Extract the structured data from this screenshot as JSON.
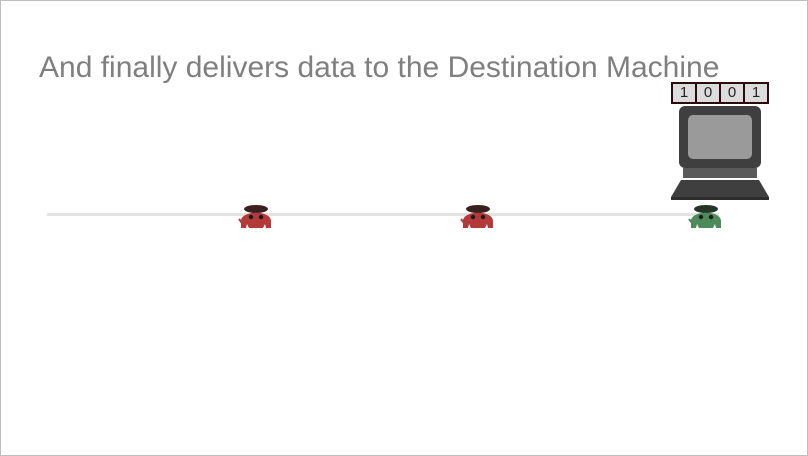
{
  "slide": {
    "title": "And finally delivers data to the Destination Machine"
  },
  "packet": {
    "bits": [
      "1",
      "0",
      "0",
      "1"
    ]
  },
  "icons": {
    "computer": "desktop-computer-icon",
    "router_critter": "router-critter-icon",
    "destination_critter": "destination-critter-icon"
  },
  "colors": {
    "title": "#7f7f7f",
    "router_critter": "#b43a3a",
    "destination_critter": "#4f8a5b",
    "bit_border": "#2b0b0e",
    "wire": "#e3e3e3"
  }
}
